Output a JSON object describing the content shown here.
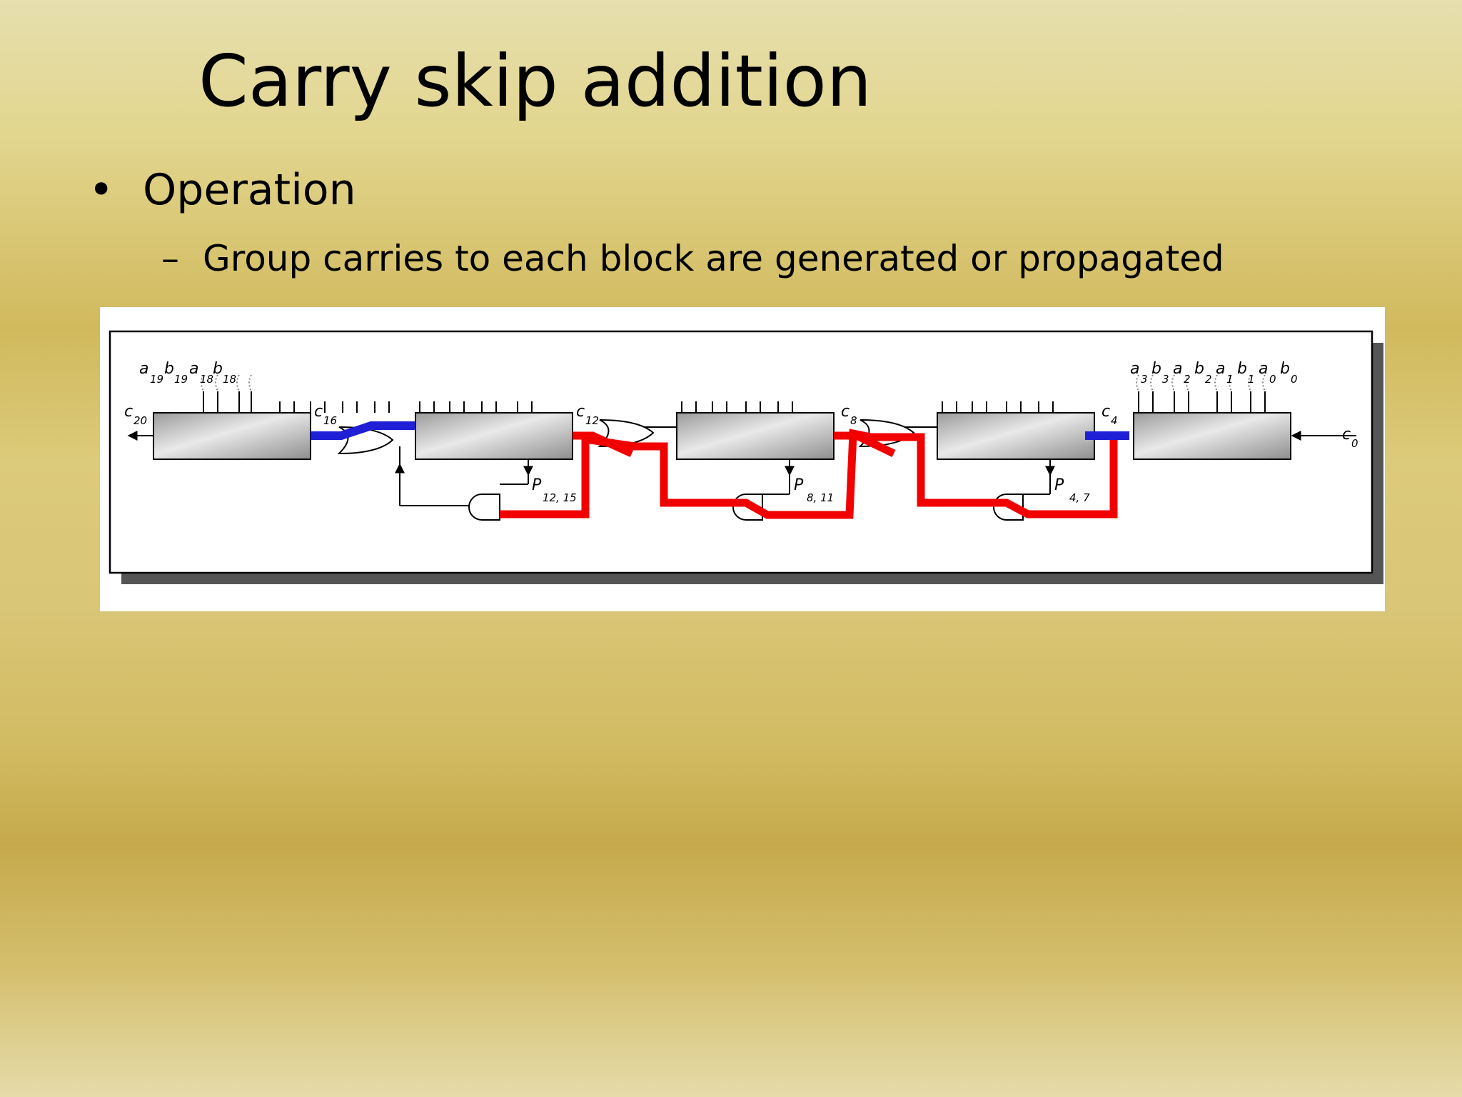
{
  "slide": {
    "title": "Carry skip addition",
    "bullet": "Operation",
    "subbullet": "Group carries to each block are generated or propagated"
  },
  "diagram": {
    "input_labels_left": [
      {
        "main": "a",
        "sub": "19"
      },
      {
        "main": "b",
        "sub": "19"
      },
      {
        "main": "a",
        "sub": "18"
      },
      {
        "main": "b",
        "sub": "18"
      }
    ],
    "input_labels_right": [
      {
        "main": "a",
        "sub": "3"
      },
      {
        "main": "b",
        "sub": "3"
      },
      {
        "main": "a",
        "sub": "2"
      },
      {
        "main": "b",
        "sub": "2"
      },
      {
        "main": "a",
        "sub": "1"
      },
      {
        "main": "b",
        "sub": "1"
      },
      {
        "main": "a",
        "sub": "0"
      },
      {
        "main": "b",
        "sub": "0"
      }
    ],
    "carry_labels": [
      {
        "main": "c",
        "sub": "20"
      },
      {
        "main": "c",
        "sub": "16"
      },
      {
        "main": "c",
        "sub": "12"
      },
      {
        "main": "c",
        "sub": "8"
      },
      {
        "main": "c",
        "sub": "4"
      },
      {
        "main": "c",
        "sub": "0"
      }
    ],
    "propagate_labels": [
      {
        "main": "P",
        "sub": "12, 15"
      },
      {
        "main": "P",
        "sub": "8, 11"
      },
      {
        "main": "P",
        "sub": "4, 7"
      }
    ],
    "colors": {
      "generate_path": "#1f1fd6",
      "propagate_path": "#f20000",
      "block_fill": "#c4c4c4",
      "shadow": "#555555"
    }
  }
}
